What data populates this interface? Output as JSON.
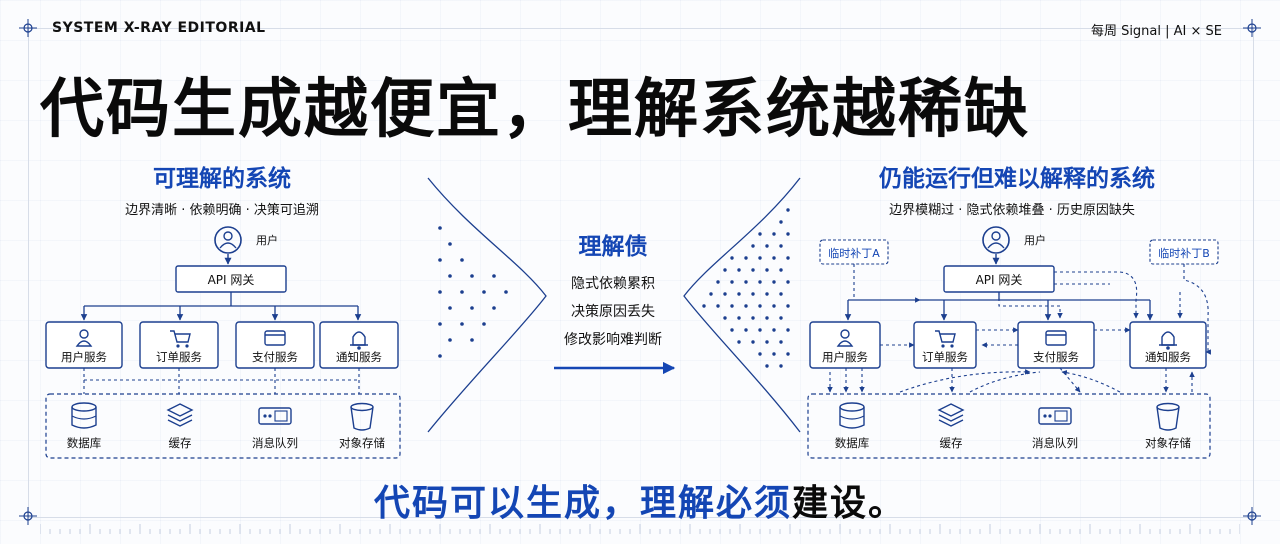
{
  "header": {
    "brand": "SYSTEM X-RAY EDITORIAL",
    "issue": "每周 Signal  |  AI × SE"
  },
  "title": "代码生成越便宜，理解系统越稀缺",
  "left": {
    "title": "可理解的系统",
    "subtitle": "边界清晰 · 依赖明确 · 决策可追溯",
    "user": "用户",
    "gateway": "API 网关",
    "services": [
      "用户服务",
      "订单服务",
      "支付服务",
      "通知服务"
    ],
    "stores": [
      "数据库",
      "缓存",
      "消息队列",
      "对象存储"
    ]
  },
  "middle": {
    "title": "理解债",
    "items": [
      "隐式依赖累积",
      "决策原因丢失",
      "修改影响难判断"
    ]
  },
  "right": {
    "title": "仍能运行但难以解释的系统",
    "subtitle": "边界模糊过 · 隐式依赖堆叠 · 历史原因缺失",
    "user": "用户",
    "gateway": "API 网关",
    "patch_a": "临时补丁A",
    "patch_b": "临时补丁B",
    "services": [
      "用户服务",
      "订单服务",
      "支付服务",
      "通知服务"
    ],
    "stores": [
      "数据库",
      "缓存",
      "消息队列",
      "对象存储"
    ]
  },
  "footer": {
    "part1": "代码可以生成，理解必须",
    "part2": "建设。"
  },
  "colors": {
    "accent": "#1446b4",
    "line": "#1c3f8f",
    "text": "#0a0a0a"
  }
}
